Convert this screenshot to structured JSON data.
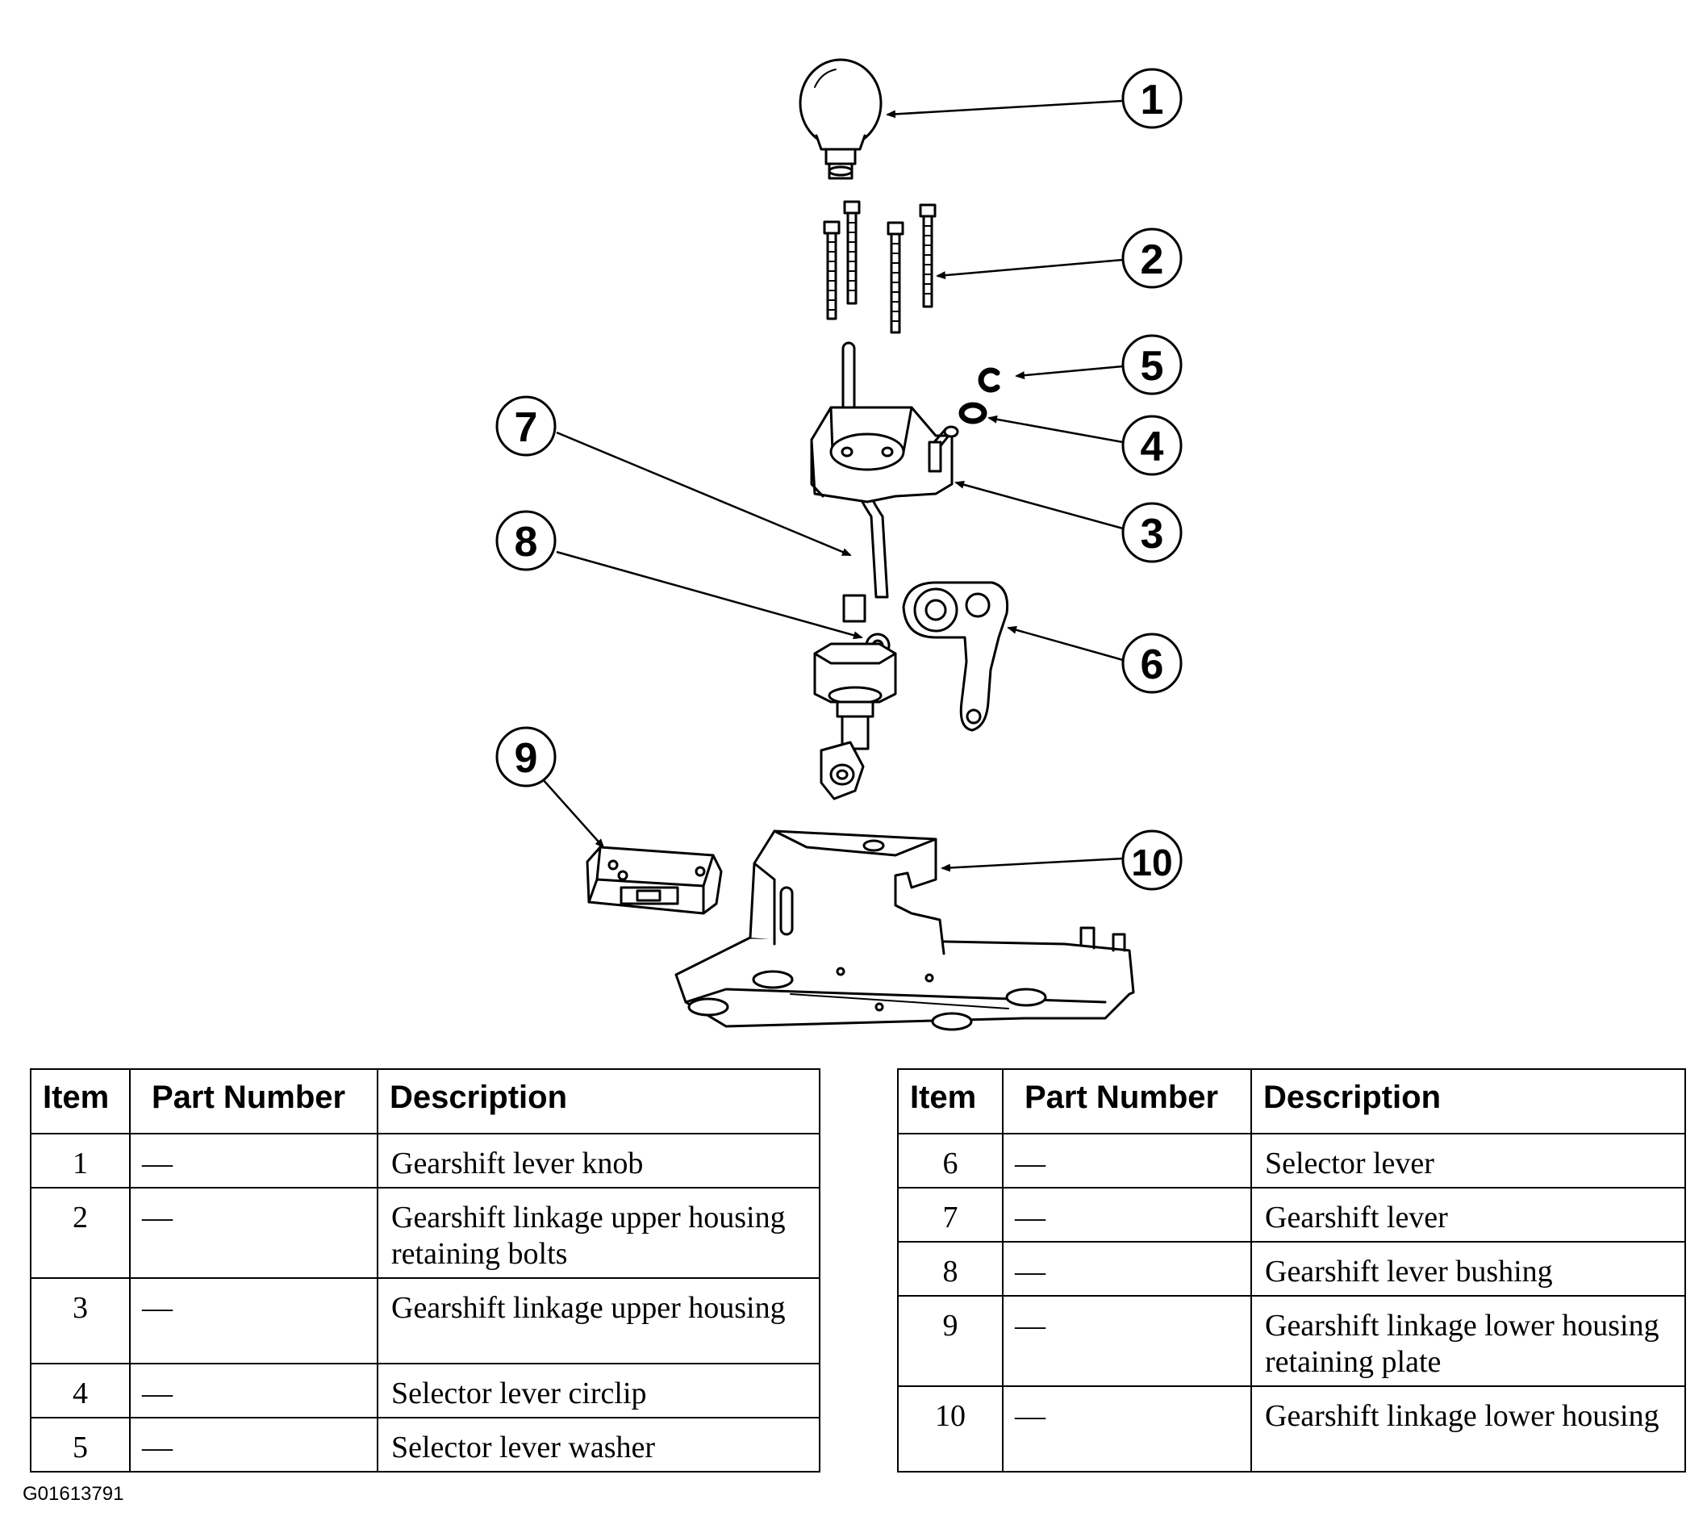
{
  "callouts": [
    "1",
    "2",
    "3",
    "4",
    "5",
    "6",
    "7",
    "8",
    "9",
    "10"
  ],
  "table_headers": {
    "item": "Item",
    "part_number": "Part Number",
    "description": "Description"
  },
  "left_rows": [
    {
      "item": "1",
      "part_number": "—",
      "description": "Gearshift lever knob"
    },
    {
      "item": "2",
      "part_number": "—",
      "description": "Gearshift linkage upper housing retaining bolts"
    },
    {
      "item": "3",
      "part_number": "—",
      "description": "Gearshift linkage upper housing"
    },
    {
      "item": "4",
      "part_number": "—",
      "description": "Selector lever circlip"
    },
    {
      "item": "5",
      "part_number": "—",
      "description": "Selector lever washer"
    }
  ],
  "right_rows": [
    {
      "item": "6",
      "part_number": "—",
      "description": "Selector lever"
    },
    {
      "item": "7",
      "part_number": "—",
      "description": "Gearshift lever"
    },
    {
      "item": "8",
      "part_number": "—",
      "description": "Gearshift lever bushing"
    },
    {
      "item": "9",
      "part_number": "—",
      "description": "Gearshift linkage lower housing retaining plate"
    },
    {
      "item": "10",
      "part_number": "—",
      "description": "Gearshift linkage lower housing"
    }
  ],
  "figure_id": "G01613791"
}
